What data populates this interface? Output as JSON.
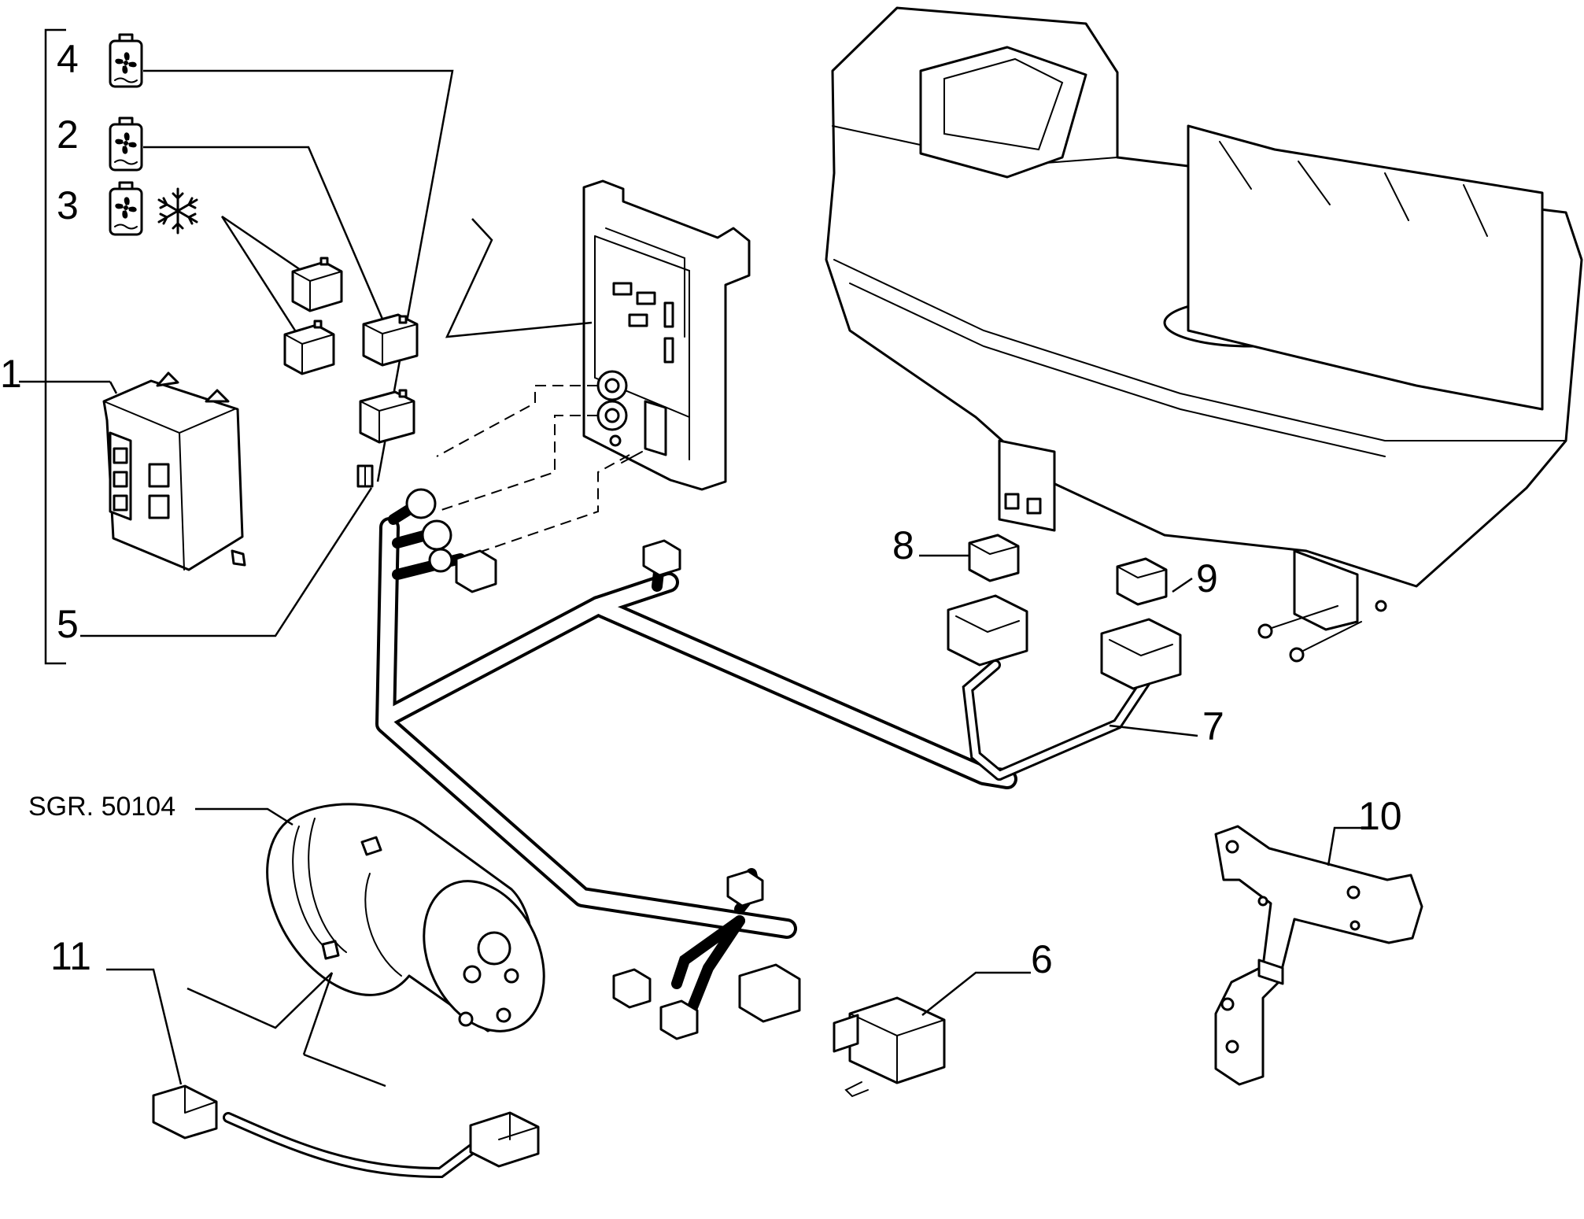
{
  "callouts": {
    "c1": "1",
    "c2": "2",
    "c3": "3",
    "c4": "4",
    "c5": "5",
    "c6": "6",
    "c7": "7",
    "c8": "8",
    "c9": "9",
    "c10": "10",
    "c11": "11",
    "ref": "SGR. 50104"
  },
  "icons": {
    "relay_symbol_4": "fan-reservoir-icon",
    "relay_symbol_2": "fan-reservoir-icon",
    "relay_symbol_3": "fan-reservoir-icon",
    "relay_symbol_3b": "snowflake-icon"
  }
}
